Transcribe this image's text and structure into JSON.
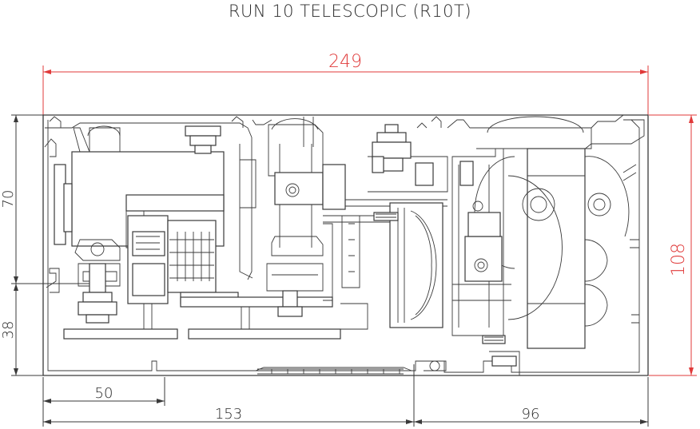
{
  "title": "RUN 10 TELESCOPIC (R10T)",
  "dimensions": {
    "overall_width": "249",
    "overall_height": "108",
    "upper_height": "70",
    "lower_height": "38",
    "offset_50": "50",
    "offset_153": "153",
    "offset_96": "96"
  },
  "colors": {
    "dimension_overall": "#e03a3a",
    "dimension_detail": "#3a3a3a",
    "drawing_lines": "#3a3a3a"
  }
}
